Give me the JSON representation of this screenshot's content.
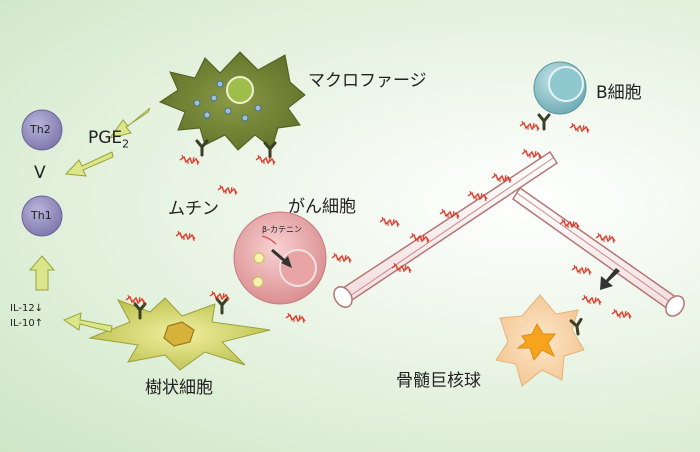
{
  "labels": {
    "macrophage": "マクロファージ",
    "b_cell": "B細胞",
    "pge2_main": "PGE",
    "pge2_sub": "2",
    "th2": "Th2",
    "th1": "Th1",
    "mucin": "ムチン",
    "cancer_cell": "がん細胞",
    "beta_catenin": "β-カテニン",
    "il12": "IL-12↓",
    "il10": "IL-10↑",
    "dendritic_cell": "樹状細胞",
    "megakaryocyte": "骨髄巨核球",
    "th_relation": "V"
  },
  "colors": {
    "macrophage": "#6e7f34",
    "dendritic": "#cfd26a",
    "th_cells": "#8e88b8",
    "cancer": "#e9a8a8",
    "mucin": "#e03a2a",
    "vessel": "#c98888",
    "b_cell": "#7fbfc6",
    "megakaryocyte": "#f7b24a",
    "arrow": "#d4de7c"
  }
}
